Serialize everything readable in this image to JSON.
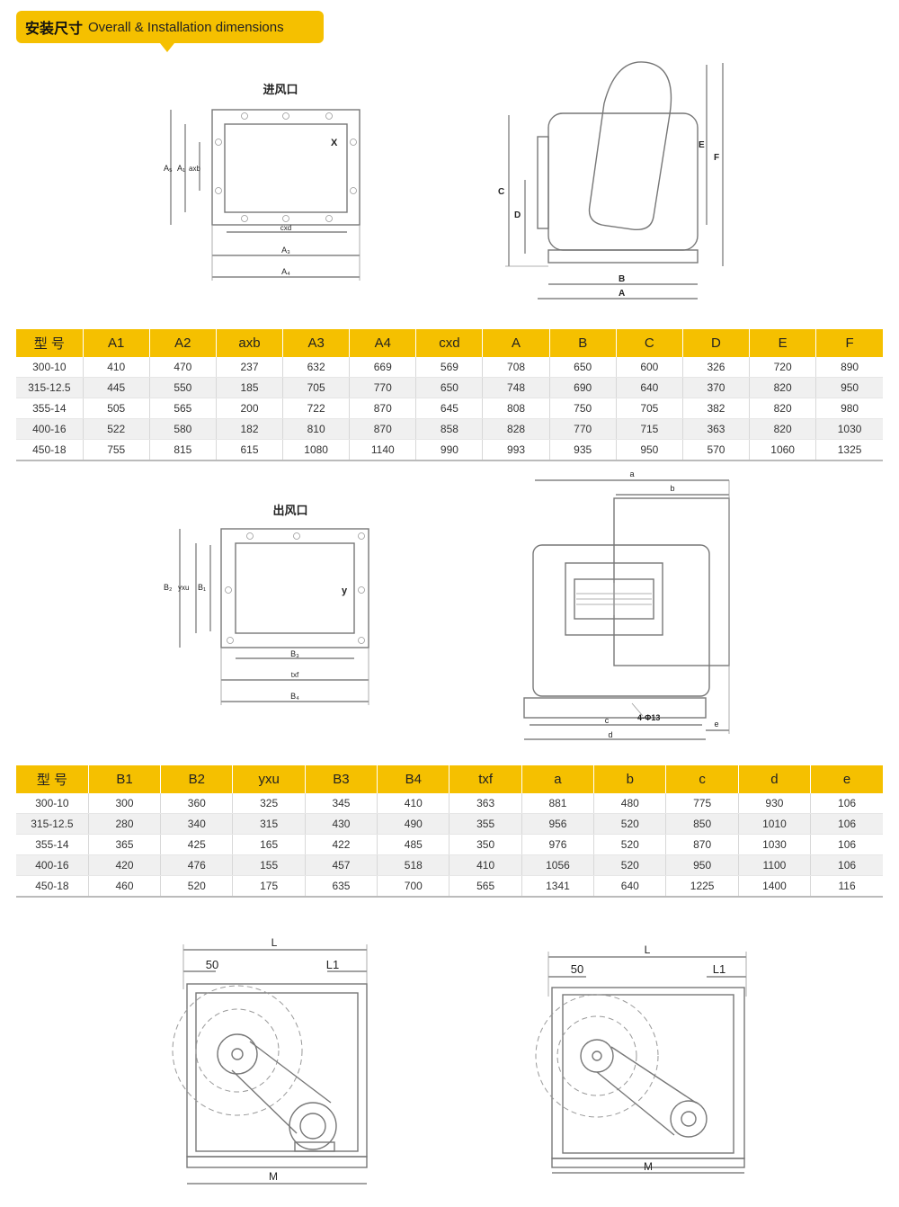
{
  "header": {
    "title_cn": "安装尺寸",
    "title_en": "Overall & Installation dimensions"
  },
  "inlet_view": {
    "title": "进风口",
    "labels": {
      "a5": "A₅",
      "a1": "A₁",
      "axb": "axb",
      "x": "X",
      "cxd": "cxd",
      "a3": "A₃",
      "a4": "A₄"
    }
  },
  "side_view": {
    "labels": {
      "c": "C",
      "d": "D",
      "e": "E",
      "f": "F",
      "b": "B",
      "a": "A"
    }
  },
  "table1": {
    "headers": [
      "型 号",
      "A1",
      "A2",
      "axb",
      "A3",
      "A4",
      "cxd",
      "A",
      "B",
      "C",
      "D",
      "E",
      "F"
    ],
    "rows": [
      [
        "300-10",
        "410",
        "470",
        "237",
        "632",
        "669",
        "569",
        "708",
        "650",
        "600",
        "326",
        "720",
        "890"
      ],
      [
        "315-12.5",
        "445",
        "550",
        "185",
        "705",
        "770",
        "650",
        "748",
        "690",
        "640",
        "370",
        "820",
        "950"
      ],
      [
        "355-14",
        "505",
        "565",
        "200",
        "722",
        "870",
        "645",
        "808",
        "750",
        "705",
        "382",
        "820",
        "980"
      ],
      [
        "400-16",
        "522",
        "580",
        "182",
        "810",
        "870",
        "858",
        "828",
        "770",
        "715",
        "363",
        "820",
        "1030"
      ],
      [
        "450-18",
        "755",
        "815",
        "615",
        "1080",
        "1140",
        "990",
        "993",
        "935",
        "950",
        "570",
        "1060",
        "1325"
      ]
    ]
  },
  "outlet_view": {
    "title": "出风口",
    "labels": {
      "b2": "B₂",
      "yxu": "yxu",
      "b1": "B₁",
      "y": "y",
      "b3": "B₃",
      "txf": "txf",
      "b4": "B₄"
    }
  },
  "front_view": {
    "labels": {
      "a": "a",
      "b": "b",
      "holes": "4-Φ13",
      "c": "c",
      "d": "d",
      "e": "e"
    }
  },
  "table2": {
    "headers": [
      "型 号",
      "B1",
      "B2",
      "yxu",
      "B3",
      "B4",
      "txf",
      "a",
      "b",
      "c",
      "d",
      "e"
    ],
    "rows": [
      [
        "300-10",
        "300",
        "360",
        "325",
        "345",
        "410",
        "363",
        "881",
        "480",
        "775",
        "930",
        "106"
      ],
      [
        "315-12.5",
        "280",
        "340",
        "315",
        "430",
        "490",
        "355",
        "956",
        "520",
        "850",
        "1010",
        "106"
      ],
      [
        "355-14",
        "365",
        "425",
        "165",
        "422",
        "485",
        "350",
        "976",
        "520",
        "870",
        "1030",
        "106"
      ],
      [
        "400-16",
        "420",
        "476",
        "155",
        "457",
        "518",
        "410",
        "1056",
        "520",
        "950",
        "1100",
        "106"
      ],
      [
        "450-18",
        "460",
        "520",
        "175",
        "635",
        "700",
        "565",
        "1341",
        "640",
        "1225",
        "1400",
        "116"
      ]
    ]
  },
  "bottom_left_view": {
    "labels": {
      "l": "L",
      "fifty": "50",
      "l1": "L1",
      "m": "M"
    }
  },
  "bottom_right_view": {
    "labels": {
      "l": "L",
      "fifty": "50",
      "l1": "L1",
      "m": "M"
    }
  }
}
